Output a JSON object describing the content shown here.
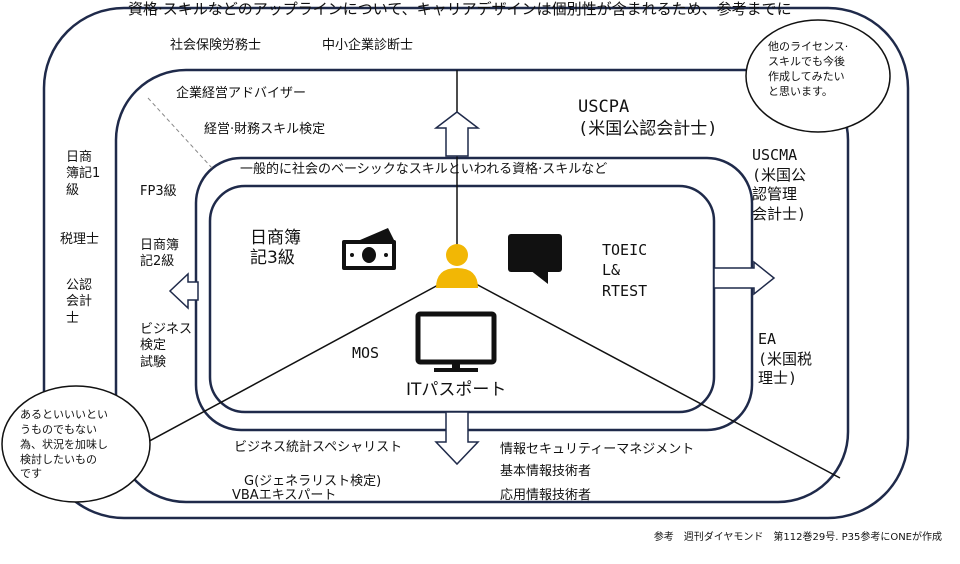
{
  "header": {
    "title": "資格·スキルなどのアップラインについて、キャリアデザインは個別性が含まれるため、参考までに"
  },
  "outer_ring": {
    "top_left": [
      "社会保険労務士",
      "中小企業診断士"
    ],
    "upper_left": [
      "企業経営アドバイザー",
      "経営·財務スキル検定"
    ],
    "left": [
      "日商\n簿記1\n級",
      "税理士",
      "公認\n会計\n士"
    ],
    "right": [
      "USCPA\n(米国公認会計士)",
      "USCMA\n(米国公\n認管理\n会計士)",
      "EA\n(米国税\n理士)"
    ],
    "bottom_left": [
      "ビジネス統計スペシャリスト",
      "G(ジェネラリスト検定)",
      "VBAエキスパート"
    ],
    "bottom_right": [
      "情報セキュリティーマネジメント",
      "基本情報技術者",
      "応用情報技術者"
    ]
  },
  "middle_ring": {
    "title": "一般的に社会のベーシックなスキルといわれる資格·スキルなど",
    "left": [
      "FP3級",
      "日商簿\n記2級",
      "ビジネス\n検定\n試験"
    ]
  },
  "inner_ring": {
    "boki": "日商簿\n記3級",
    "toeic": "TOEIC\nL&\nRTEST",
    "mos": "MOS",
    "it_passport": "ITパスポート"
  },
  "callouts": {
    "top_right": "他のライセンス·\nスキルでも今後\n作成してみたい\nと思います。",
    "bottom_left": "あるといいいとい\nうものでもない\n為、状況を加味し\n検討したいもの\nです"
  },
  "footer": {
    "source": "参考　週刊ダイヤモンド　第112巻29号. P35参考にONEが作成"
  },
  "colors": {
    "line": "#1f2a4a",
    "person": "#f2b705",
    "icon": "#111111"
  },
  "icons": [
    "money-icon",
    "person-icon",
    "speech-bubble-icon",
    "monitor-icon"
  ]
}
